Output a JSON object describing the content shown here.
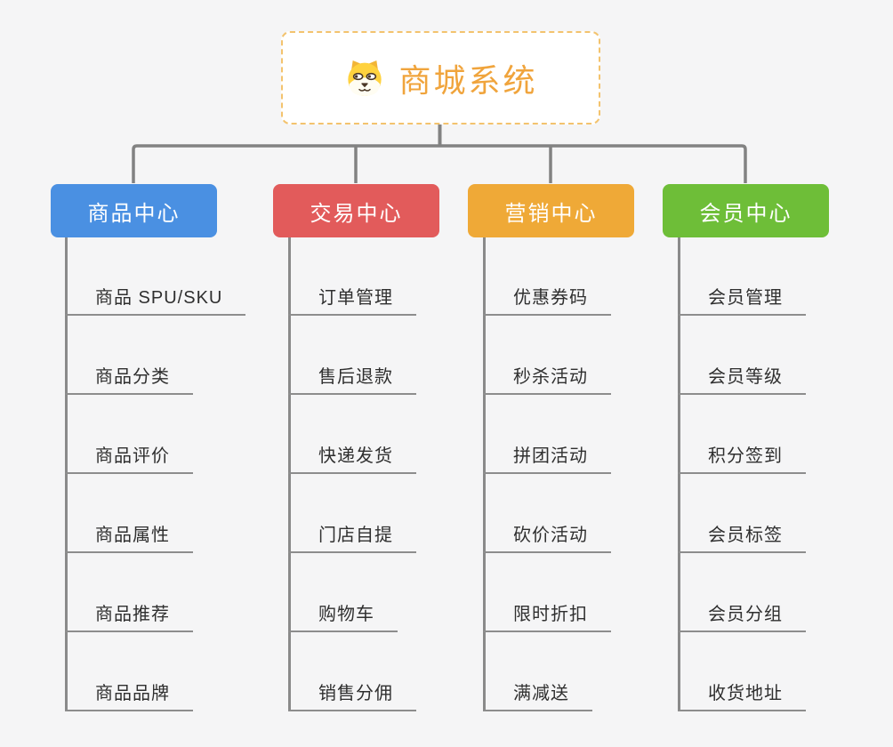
{
  "root": {
    "title": "商城系统",
    "icon": "dog-face-icon",
    "title_color": "#f0a43c"
  },
  "branches": [
    {
      "label": "商品中心",
      "color": "#4a90e2",
      "children": [
        "商品 SPU/SKU",
        "商品分类",
        "商品评价",
        "商品属性",
        "商品推荐",
        "商品品牌"
      ]
    },
    {
      "label": "交易中心",
      "color": "#e25b5b",
      "children": [
        "订单管理",
        "售后退款",
        "快递发货",
        "门店自提",
        "购物车",
        "销售分佣"
      ]
    },
    {
      "label": "营销中心",
      "color": "#efa937",
      "children": [
        "优惠券码",
        "秒杀活动",
        "拼团活动",
        "砍价活动",
        "限时折扣",
        "满减送"
      ]
    },
    {
      "label": "会员中心",
      "color": "#6ebe38",
      "children": [
        "会员管理",
        "会员等级",
        "积分签到",
        "会员标签",
        "会员分组",
        "收货地址"
      ]
    }
  ],
  "colors": {
    "background": "#f5f5f6",
    "connector": "#828282",
    "leaf_line": "#8d8d8d",
    "leaf_text": "#2f2f2f",
    "root_border": "#f3c36e",
    "root_bg": "#ffffff"
  }
}
